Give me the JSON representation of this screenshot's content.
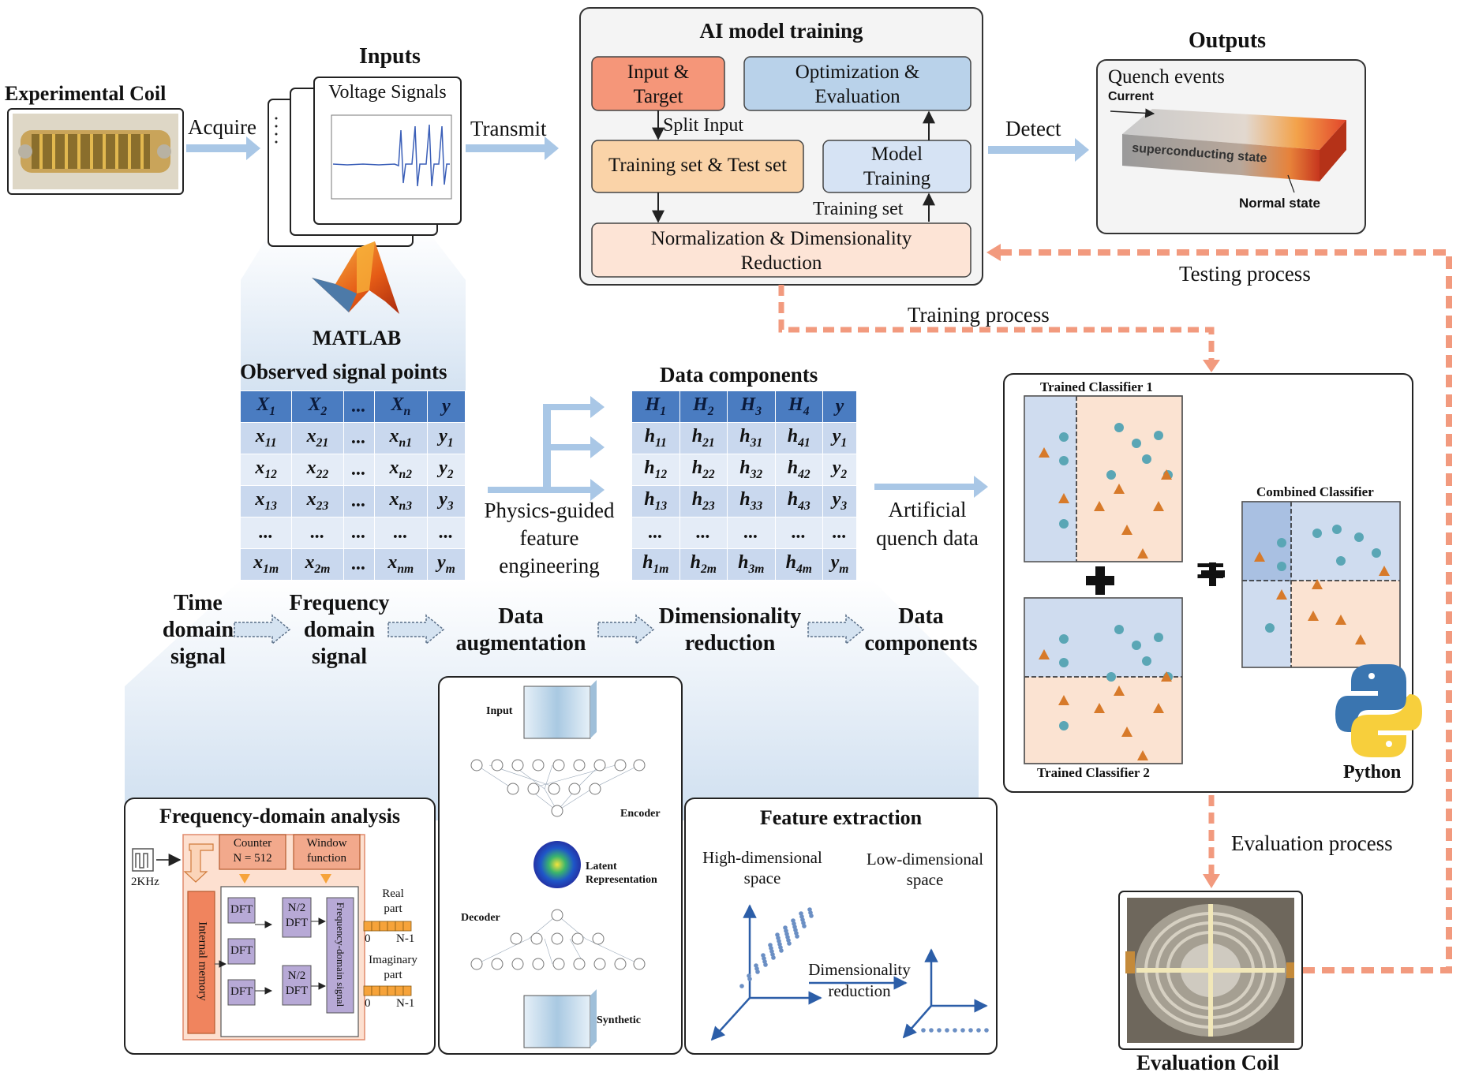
{
  "inputs": {
    "experimental_coil": "Experimental Coil",
    "acquire": "Acquire",
    "inputs_title": "Inputs",
    "voltage_signals": "Voltage Signals",
    "transmit": "Transmit",
    "matlab": "MATLAB"
  },
  "training": {
    "title": "AI model training",
    "input_target_1": "Input &",
    "input_target_2": "Target",
    "optimization_1": "Optimization &",
    "optimization_2": "Evaluation",
    "split_input": "Split Input",
    "train_test": "Training set & Test set",
    "model_training_1": "Model",
    "model_training_2": "Training",
    "training_set": "Training set",
    "normalization_1": "Normalization & Dimensionality",
    "normalization_2": "Reduction"
  },
  "outputs": {
    "title": "Outputs",
    "detect": "Detect",
    "quench_events": "Quench events",
    "current": "Current",
    "superconducting_state": "superconducting state",
    "normal_state": "Normal state"
  },
  "processes": {
    "testing": "Testing process",
    "training": "Training process",
    "evaluation": "Evaluation process"
  },
  "observed": {
    "title": "Observed signal points",
    "header": [
      "X1",
      "X2",
      "...",
      "Xn",
      "y"
    ],
    "rows": [
      [
        "x11",
        "x21",
        "...",
        "xn1",
        "y1"
      ],
      [
        "x12",
        "x22",
        "...",
        "xn2",
        "y2"
      ],
      [
        "x13",
        "x23",
        "...",
        "xn3",
        "y3"
      ],
      [
        "...",
        "...",
        "...",
        "...",
        "..."
      ],
      [
        "x1m",
        "x2m",
        "...",
        "xnm",
        "ym"
      ]
    ]
  },
  "feature_eng": {
    "line1": "Physics-guided",
    "line2": "feature",
    "line3": "engineering"
  },
  "components": {
    "title": "Data components",
    "header": [
      "H1",
      "H2",
      "H3",
      "H4",
      "y"
    ],
    "rows": [
      [
        "h11",
        "h21",
        "h31",
        "h41",
        "y1"
      ],
      [
        "h12",
        "h22",
        "h32",
        "h42",
        "y2"
      ],
      [
        "h13",
        "h23",
        "h33",
        "h43",
        "y3"
      ],
      [
        "...",
        "...",
        "...",
        "...",
        "..."
      ],
      [
        "h1m",
        "h2m",
        "h3m",
        "h4m",
        "ym"
      ]
    ]
  },
  "artificial": {
    "line1": "Artificial",
    "line2": "quench data"
  },
  "pipeline": {
    "time_1": "Time",
    "time_2": "domain",
    "time_3": "signal",
    "freq_1": "Frequency",
    "freq_2": "domain",
    "freq_3": "signal",
    "aug_1": "Data",
    "aug_2": "augmentation",
    "dim_1": "Dimensionality",
    "dim_2": "reduction",
    "comp_1": "Data",
    "comp_2": "components"
  },
  "freq_analysis": {
    "title": "Frequency-domain analysis",
    "rate": "2KHz",
    "counter_1": "Counter",
    "counter_2": "N = 512",
    "window_1": "Window",
    "window_2": "function",
    "internal_memory": "Internal memory",
    "dft": "DFT",
    "n2_1": "N/2",
    "n2_2": "DFT",
    "freq_signal": "Frequency-domain signal",
    "real_1": "Real",
    "real_2": "part",
    "imag_1": "Imaginary",
    "imag_2": "part",
    "zero": "0",
    "n_minus_1": "N-1"
  },
  "autoencoder": {
    "input": "Input",
    "encoder": "Encoder",
    "latent_1": "Latent",
    "latent_2": "Representation",
    "decoder": "Decoder",
    "synthetic": "Synthetic"
  },
  "feature_extraction": {
    "title": "Feature extraction",
    "high_1": "High-dimensional",
    "high_2": "space",
    "low_1": "Low-dimensional",
    "low_2": "space",
    "dimred_1": "Dimensionality",
    "dimred_2": "reduction"
  },
  "classifiers": {
    "c1": "Trained Classifier 1",
    "c2": "Trained Classifier 2",
    "combined": "Combined Classifier",
    "plus": "+",
    "equals": "=",
    "python": "Python"
  },
  "evaluation_coil": "Evaluation Coil",
  "colors": {
    "orange_dash": "#f29a7e",
    "blue_arrow": "#a9c7e6",
    "salmon": "#f59679",
    "light_orange": "#fad3a8",
    "light_blue": "#b9d2ea",
    "pale_peach": "#fde4d6",
    "table_header": "#4a7cc1",
    "teal_dot": "#5aa6b5",
    "triangle": "#d77a2a"
  }
}
